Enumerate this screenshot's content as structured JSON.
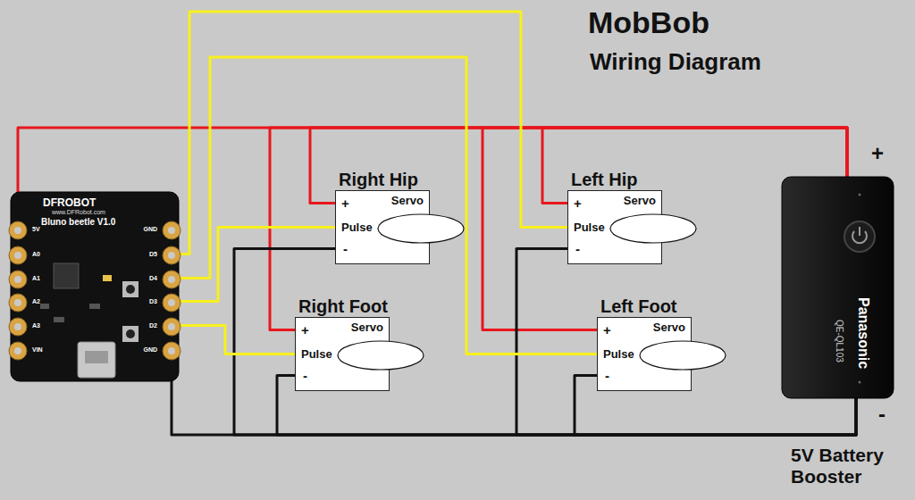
{
  "diagram": {
    "title": "MobBob",
    "nodes": [
      {
        "text": [
          "DFROBOT",
          "www.DFRobot.com",
          "Bluno beetle V1.0",
          "5V",
          "A0",
          "A1",
          "A2",
          "A3",
          "VIN",
          "GND",
          "D5",
          "D4",
          "D3",
          "D2",
          "GND"
        ]
      },
      {
        "text": [
          "Right Hip",
          "Servo",
          "+",
          "Pulse",
          "-"
        ]
      },
      {
        "text": [
          "Left Hip",
          "Servo",
          "+",
          "Pulse",
          "-"
        ]
      },
      {
        "text": [
          "Right Foot",
          "Servo",
          "+",
          "Pulse",
          "-"
        ]
      },
      {
        "text": [
          "Left Foot",
          "Servo",
          "+",
          "Pulse",
          "-"
        ]
      },
      {
        "text": [
          "Panasonic",
          "QE-QL103",
          "+",
          "-",
          "5V Battery Booster"
        ]
      }
    ],
    "edges": [
      {
        "from": 5,
        "to": 0,
        "arrow": "none"
      },
      {
        "from": 5,
        "to": 1,
        "arrow": "none"
      },
      {
        "from": 5,
        "to": 2,
        "arrow": "none"
      },
      {
        "from": 5,
        "to": 3,
        "arrow": "none"
      },
      {
        "from": 5,
        "to": 4,
        "arrow": "none"
      },
      {
        "from": 5,
        "to": 0,
        "arrow": "none"
      },
      {
        "from": 5,
        "to": 1,
        "arrow": "none"
      },
      {
        "from": 5,
        "to": 2,
        "arrow": "none"
      },
      {
        "from": 5,
        "to": 3,
        "arrow": "none"
      },
      {
        "from": 5,
        "to": 4,
        "arrow": "none"
      },
      {
        "from": 0,
        "to": 2,
        "arrow": "none"
      },
      {
        "from": 0,
        "to": 4,
        "arrow": "none"
      },
      {
        "from": 0,
        "to": 1,
        "arrow": "none"
      },
      {
        "from": 0,
        "to": 3,
        "arrow": "none"
      }
    ],
    "labels": [
      "Wiring Diagram"
    ]
  }
}
